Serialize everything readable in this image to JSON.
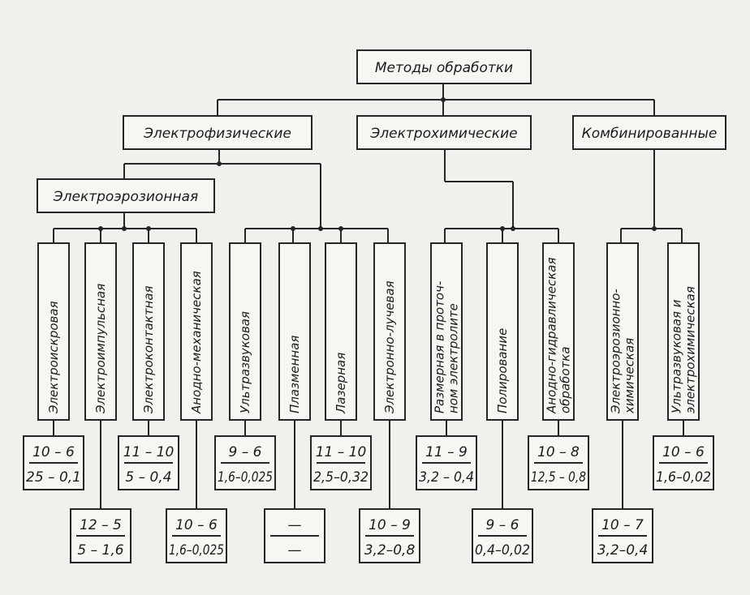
{
  "colors": {
    "ink": "#262626",
    "paper": "#f1f0ec"
  },
  "root": "Методы обработки",
  "groups": [
    {
      "id": "g1",
      "label": "Электрофизические"
    },
    {
      "id": "g2",
      "label": "Электрохимические"
    },
    {
      "id": "g3",
      "label": "Комбинированные"
    }
  ],
  "subgroup": "Электроэрозионная",
  "methods": [
    {
      "lines": [
        "Электроискровая"
      ],
      "fraction": [
        "10 – 6",
        "25 – 0,1"
      ]
    },
    {
      "lines": [
        "Электроимпульсная"
      ],
      "fraction": [
        "12 – 5",
        "5 – 1,6"
      ]
    },
    {
      "lines": [
        "Электроконтактная"
      ],
      "fraction": [
        "11 – 10",
        "5 – 0,4"
      ]
    },
    {
      "lines": [
        "Анодно-механическая"
      ],
      "fraction": [
        "10 – 6",
        "1,6–0,025"
      ]
    },
    {
      "lines": [
        "Ультразвуковая"
      ],
      "fraction": [
        "9 – 6",
        "1,6–0,025"
      ]
    },
    {
      "lines": [
        "Плазменная"
      ],
      "fraction": [
        "—",
        "—"
      ]
    },
    {
      "lines": [
        "Лазерная"
      ],
      "fraction": [
        "11 – 10",
        "2,5–0,32"
      ]
    },
    {
      "lines": [
        "Электронно-лучевая"
      ],
      "fraction": [
        "10 – 9",
        "3,2–0,8"
      ]
    },
    {
      "lines": [
        "Размерная в проточ-",
        "ном электролите"
      ],
      "fraction": [
        "11 – 9",
        "3,2 – 0,4"
      ]
    },
    {
      "lines": [
        "Полирование"
      ],
      "fraction": [
        "9 – 6",
        "0,4–0,02"
      ]
    },
    {
      "lines": [
        "Анодно-гидравлическая",
        "обработка"
      ],
      "fraction": [
        "10 – 8",
        "12,5 – 0,8"
      ]
    },
    {
      "lines": [
        "Электроэрозионно-",
        "химическая"
      ],
      "fraction": [
        "10 – 7",
        "3,2–0,4"
      ]
    },
    {
      "lines": [
        "Ультразвуковая и",
        "электрохимическая"
      ],
      "fraction": [
        "10 – 6",
        "1,6–0,02"
      ]
    }
  ]
}
